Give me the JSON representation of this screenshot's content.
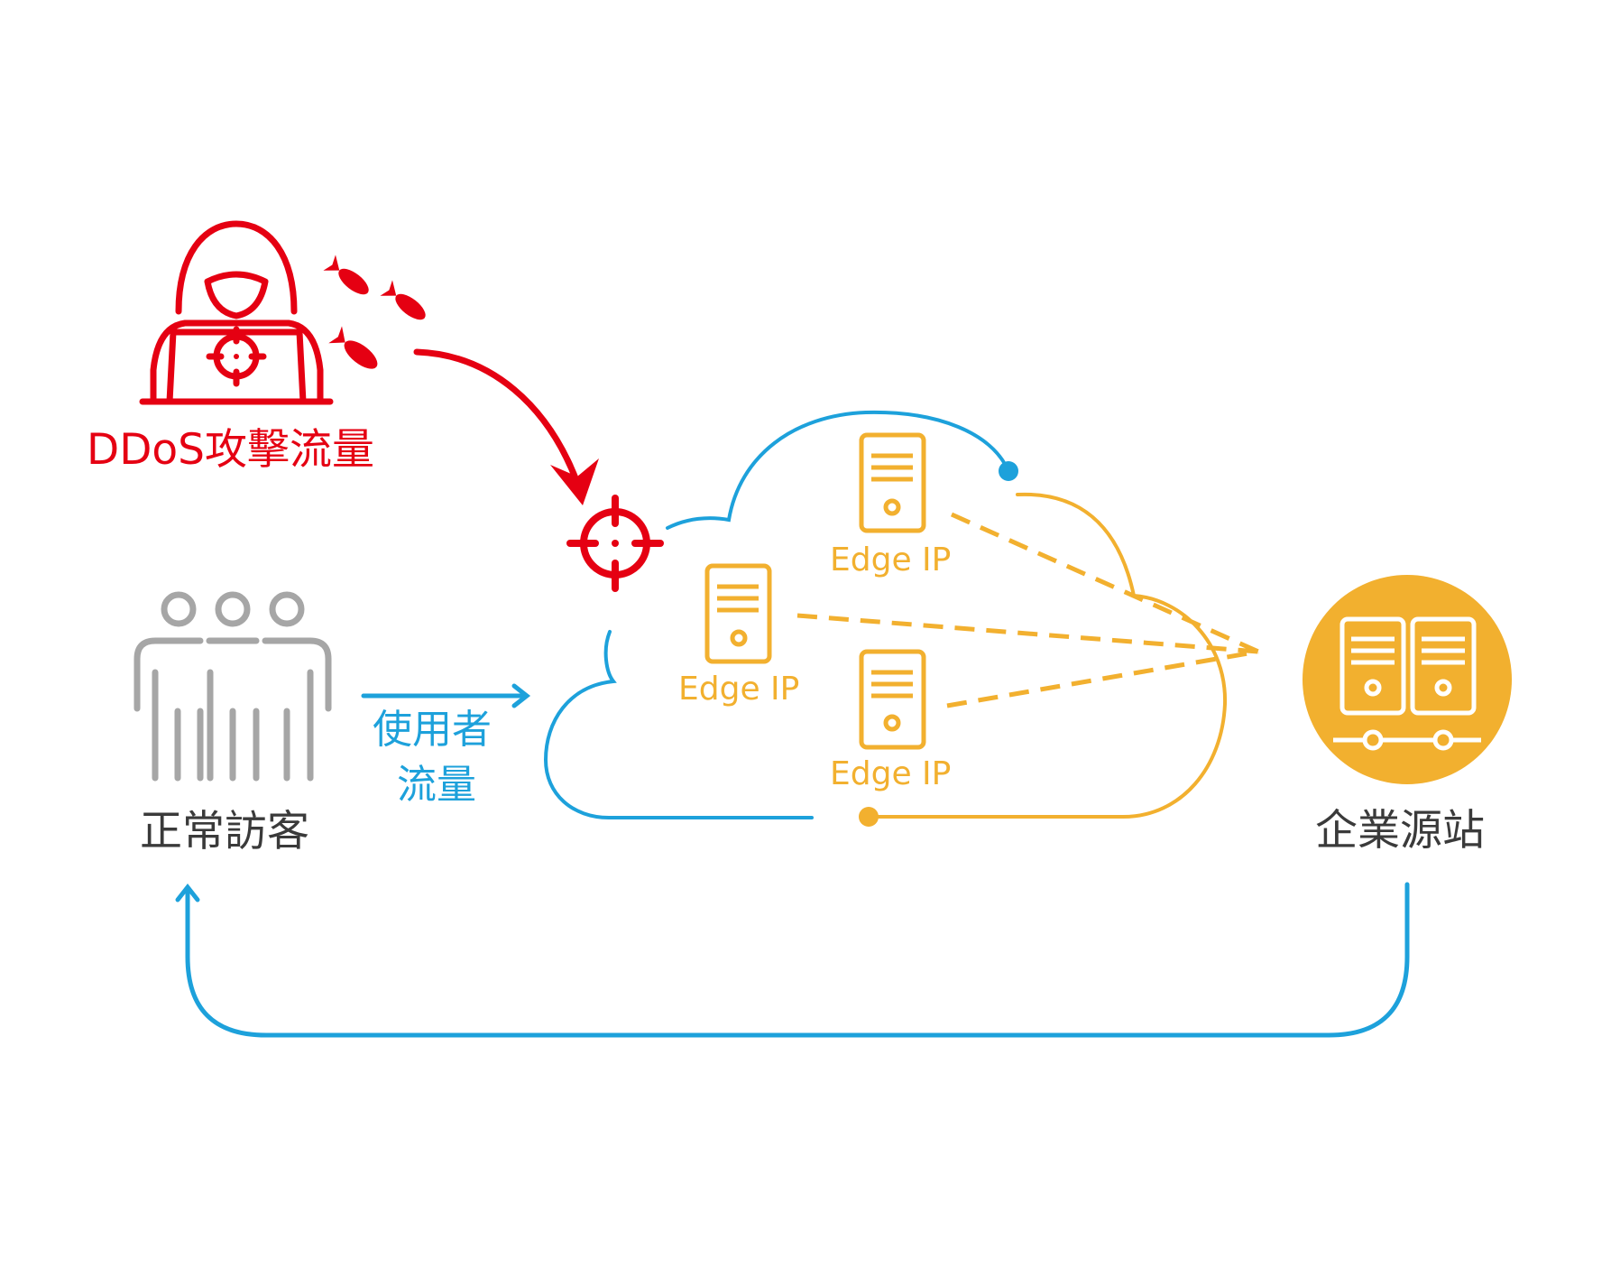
{
  "labels": {
    "ddos_traffic": "DDoS攻擊流量",
    "normal_visitors": "正常訪客",
    "user_traffic_line1": "使用者",
    "user_traffic_line2": "流量",
    "edge_ip_top": "Edge IP",
    "edge_ip_left": "Edge IP",
    "edge_ip_bottom": "Edge IP",
    "origin_site": "企業源站"
  },
  "colors": {
    "attack_red": "#E50012",
    "user_blue": "#1DA1DB",
    "edge_orange": "#F2B02F",
    "visitor_grey": "#A6A6A6",
    "text_dark": "#3a3a3a"
  },
  "icons": [
    "hacker-icon",
    "bomb-icon",
    "crosshair-icon",
    "people-icon",
    "server-icon",
    "origin-server-icon"
  ]
}
